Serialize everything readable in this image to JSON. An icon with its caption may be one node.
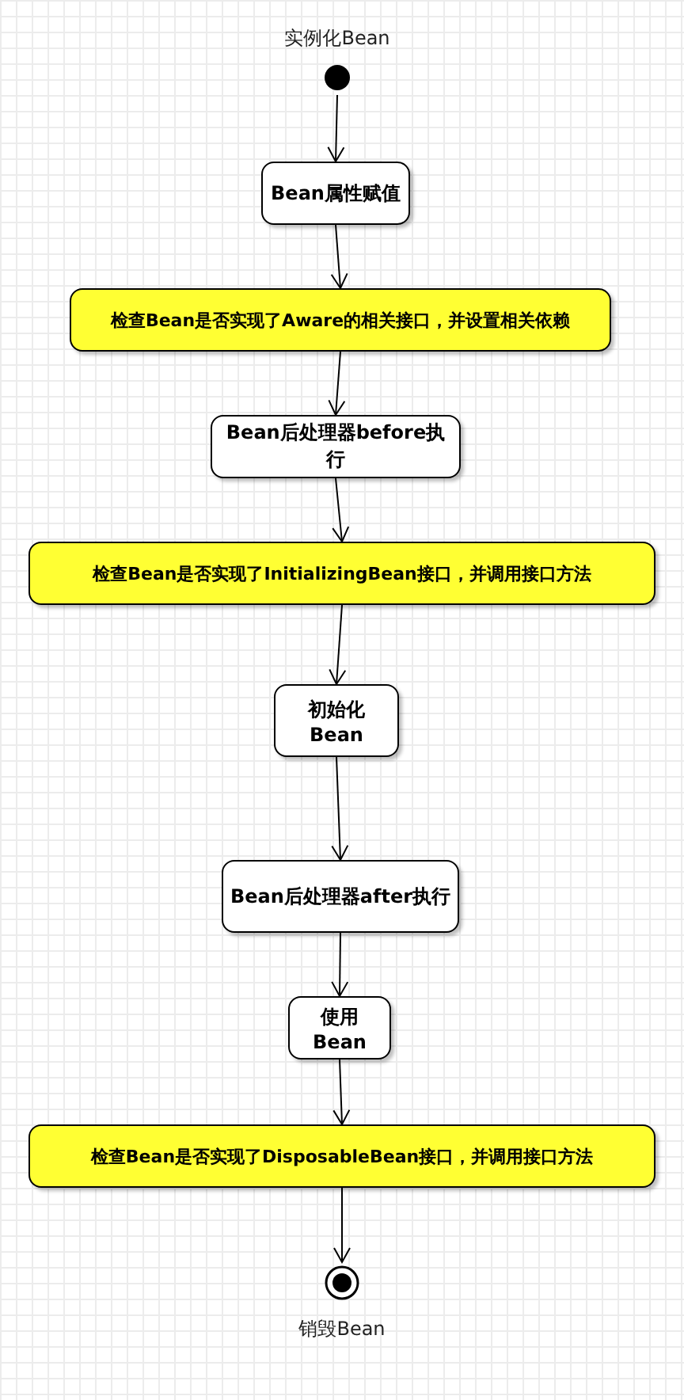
{
  "diagram": {
    "nodes": [
      {
        "text": [],
        "shape": "circle",
        "beside": [
          "实例化Bean"
        ]
      },
      {
        "text": [
          "Bean属性赋值"
        ]
      },
      {
        "text": [
          "检查Bean是否实现了Aware的相关接口，并设置相关依赖"
        ]
      },
      {
        "text": [
          "Bean后处理器before执行"
        ]
      },
      {
        "text": [
          "检查Bean是否实现了InitializingBean接口，并调用接口方法"
        ]
      },
      {
        "text": [
          "初始化Bean"
        ]
      },
      {
        "text": [
          "Bean后处理器after执行"
        ]
      },
      {
        "text": [
          "使用Bean"
        ]
      },
      {
        "text": [
          "检查Bean是否实现了DisposableBean接口，并调用接口方法"
        ]
      },
      {
        "text": [],
        "shape": "bullseye",
        "beside": [
          "销毁Bean"
        ]
      }
    ],
    "edges": [
      {
        "from": 0,
        "to": 1,
        "arrow": "to"
      },
      {
        "from": 1,
        "to": 2,
        "arrow": "to"
      },
      {
        "from": 2,
        "to": 3,
        "arrow": "to"
      },
      {
        "from": 3,
        "to": 4,
        "arrow": "to"
      },
      {
        "from": 4,
        "to": 5,
        "arrow": "to"
      },
      {
        "from": 5,
        "to": 6,
        "arrow": "to"
      },
      {
        "from": 6,
        "to": 7,
        "arrow": "to"
      },
      {
        "from": 7,
        "to": 8,
        "arrow": "to"
      },
      {
        "from": 8,
        "to": 9,
        "arrow": "to"
      }
    ]
  }
}
